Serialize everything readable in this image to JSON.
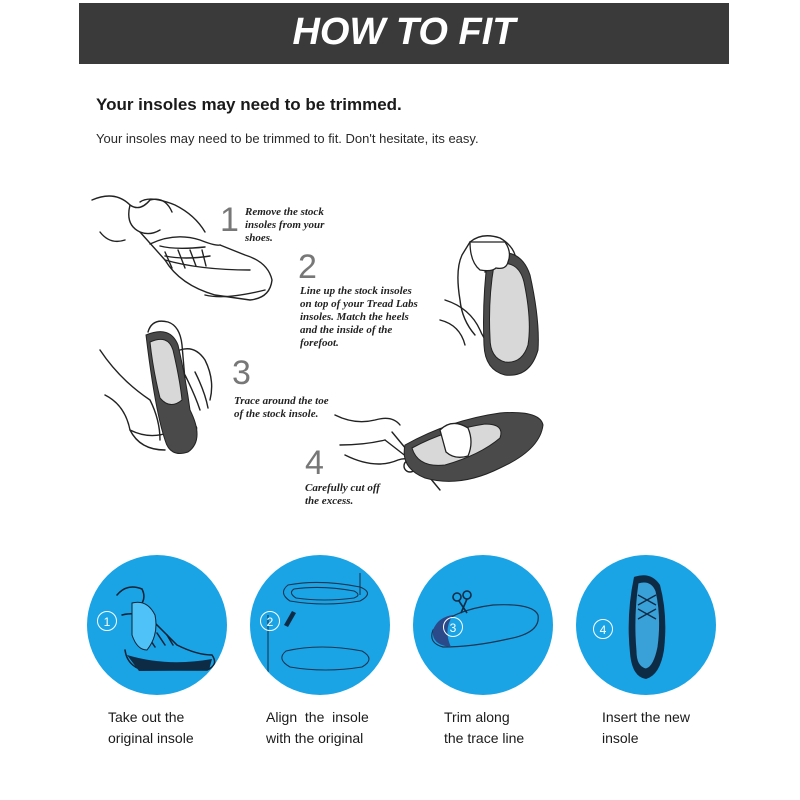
{
  "banner": {
    "title": "HOW TO FIT"
  },
  "intro": {
    "heading": "Your insoles may need to be trimmed.",
    "subheading": "Your insoles may need to be trimmed to fit. Don't hesitate, its easy."
  },
  "steps": [
    {
      "number": "1",
      "line1": "Remove the stock",
      "line2": "insoles from your",
      "line3": "shoes.",
      "line4": "",
      "line5": ""
    },
    {
      "number": "2",
      "line1": "Line up the stock insoles",
      "line2": "on top of your Tread Labs",
      "line3": "insoles. Match the heels",
      "line4": "and the inside of the",
      "line5": "forefoot."
    },
    {
      "number": "3",
      "line1": "Trace around the toe",
      "line2": "of the stock insole.",
      "line3": "",
      "line4": "",
      "line5": ""
    },
    {
      "number": "4",
      "line1": "Carefully cut off",
      "line2": "the excess.",
      "line3": "",
      "line4": "",
      "line5": ""
    }
  ],
  "circles": [
    {
      "badge": "1",
      "icon": "shoe-insole-remove-icon",
      "caption1": "Take out the",
      "caption2": "original insole"
    },
    {
      "badge": "2",
      "icon": "insole-align-icon",
      "caption1": "Align  the  insole",
      "caption2": "with the original"
    },
    {
      "badge": "3",
      "icon": "scissors-trim-icon",
      "caption1": "Trim along",
      "caption2": "the trace line"
    },
    {
      "badge": "4",
      "icon": "shoe-insert-icon",
      "caption1": "Insert the new",
      "caption2": "insole"
    }
  ],
  "colors": {
    "banner": "#3a3a3a",
    "circle": "#1aa4e6",
    "insole": "#4a4a4a"
  }
}
